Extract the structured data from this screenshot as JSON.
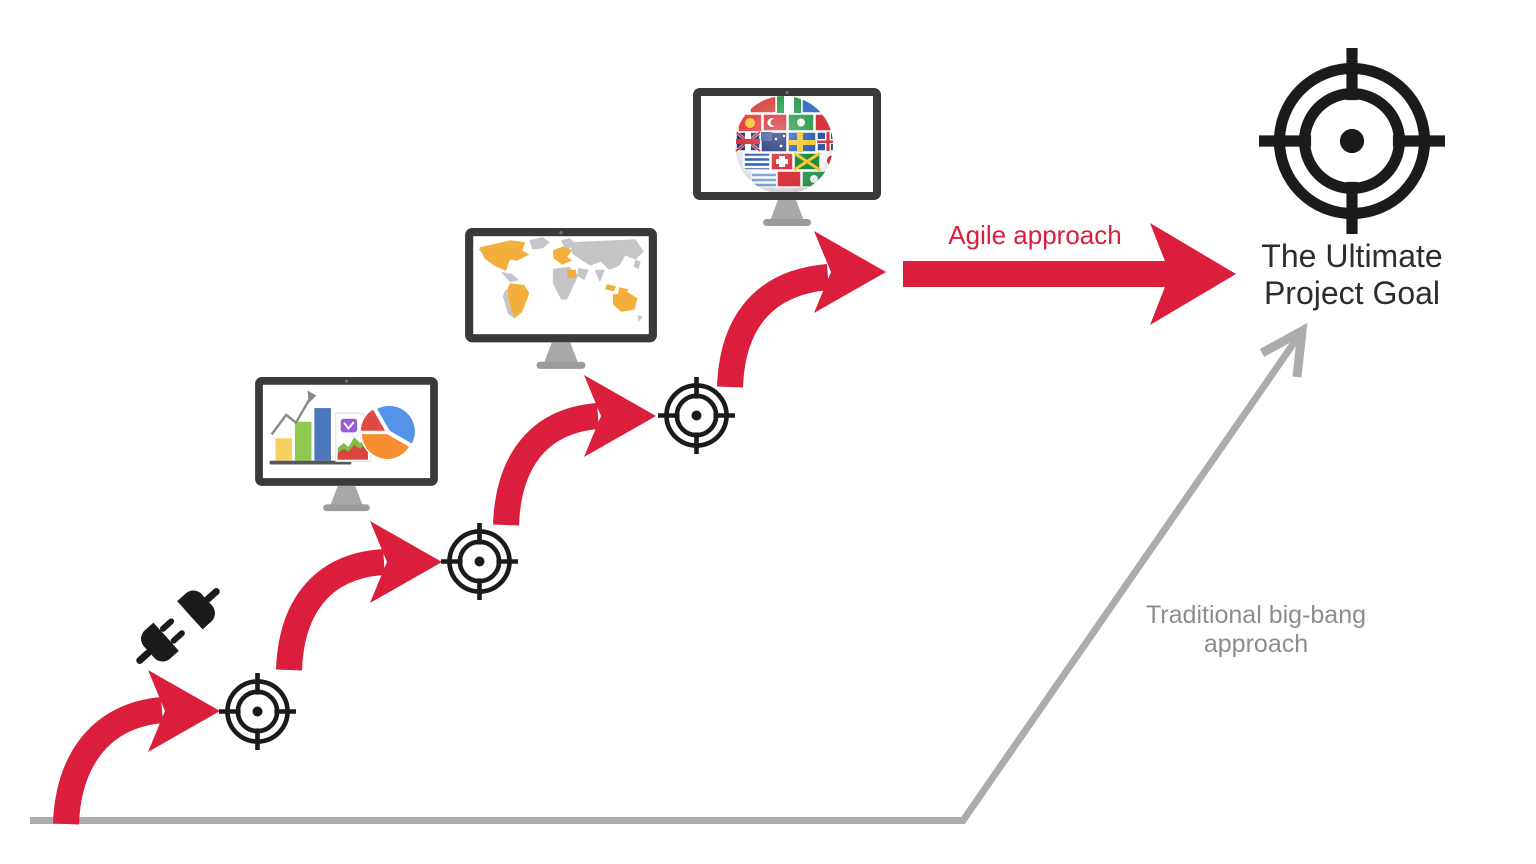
{
  "canvas": {
    "bg": "#FFFFFF"
  },
  "colors": {
    "arrow_red": "#DA1E3C",
    "line_gray": "#ACACAC",
    "traditional_text_gray": "#8D8D8F",
    "icon_black": "#1B1B1D",
    "goal_text": "#2D2D2F",
    "monitor_bezel": "#3A3A3C",
    "monitor_stand": "#A8A8AA",
    "map_land_gray": "#C5C5C7",
    "map_highlight_yellow": "#F2AF3C"
  },
  "agile": {
    "label": "Agile approach"
  },
  "goal": {
    "line1": "The Ultimate",
    "line2": "Project Goal",
    "icon": "goal-target-icon"
  },
  "traditional": {
    "line1": "Traditional big-bang",
    "line2": "approach"
  },
  "steps": [
    {
      "icon": "plug-icon",
      "milestone_icon": "target-icon"
    },
    {
      "icon": "charts-monitor-icon",
      "milestone_icon": "target-icon"
    },
    {
      "icon": "world-map-monitor-icon",
      "milestone_icon": "target-icon"
    },
    {
      "icon": "flag-globe-monitor-icon",
      "milestone_icon": "goal-target-icon"
    }
  ]
}
